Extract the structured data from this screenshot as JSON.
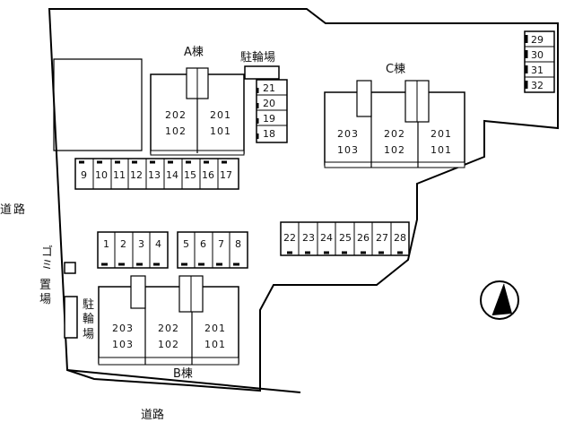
{
  "buildings": {
    "a": {
      "name": "A棟",
      "col1": [
        "202",
        "102"
      ],
      "col2": [
        "201",
        "101"
      ]
    },
    "b": {
      "name": "B棟",
      "col1": [
        "203",
        "103"
      ],
      "col2": [
        "202",
        "102"
      ],
      "col3": [
        "201",
        "101"
      ]
    },
    "c": {
      "name": "C棟",
      "col1": [
        "203",
        "103"
      ],
      "col2": [
        "202",
        "102"
      ],
      "col3": [
        "201",
        "101"
      ]
    }
  },
  "bike_parking": {
    "top_label": "駐輪場",
    "top_slots": [
      "21",
      "20",
      "19",
      "18"
    ],
    "left_label": [
      "駐",
      "輪",
      "場"
    ]
  },
  "garbage": {
    "label": [
      "ゴ",
      "ミ",
      "置",
      "場"
    ]
  },
  "parking": {
    "row_9_17": [
      "9",
      "10",
      "11",
      "12",
      "13",
      "14",
      "15",
      "16",
      "17"
    ],
    "row_1_4": [
      "1",
      "2",
      "3",
      "4"
    ],
    "row_5_8": [
      "5",
      "6",
      "7",
      "8"
    ],
    "row_22_28": [
      "22",
      "23",
      "24",
      "25",
      "26",
      "27",
      "28"
    ],
    "column_29_32": [
      "29",
      "30",
      "31",
      "32"
    ]
  },
  "roads": {
    "west": [
      "道",
      "路"
    ],
    "south": "道路"
  },
  "compass": {
    "icon": "north-arrow-icon",
    "color": "#000000"
  }
}
